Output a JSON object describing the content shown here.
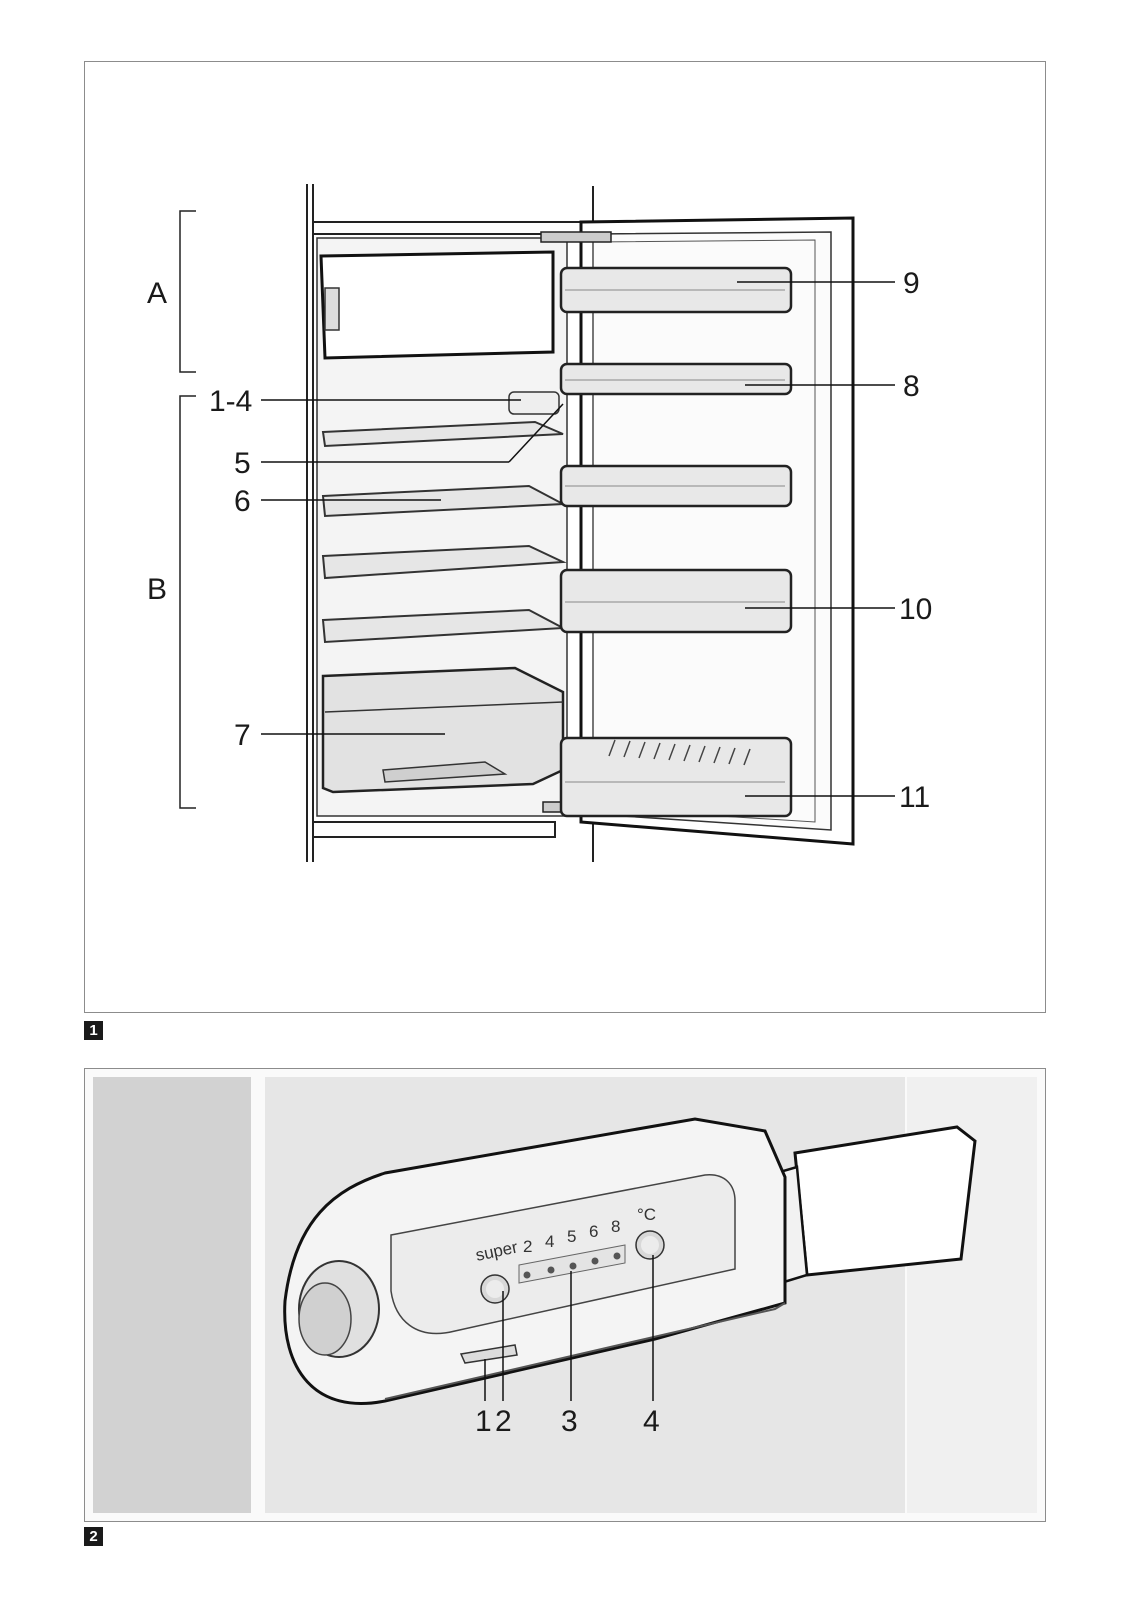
{
  "figure1": {
    "badge": "1",
    "sections": {
      "a": "A",
      "b": "B"
    },
    "callouts": {
      "c1_4": "1-4",
      "c5": "5",
      "c6": "6",
      "c7": "7",
      "c8": "8",
      "c9": "9",
      "c10": "10",
      "c11": "11"
    }
  },
  "figure2": {
    "badge": "2",
    "panel": {
      "super": "super",
      "scale": [
        "2",
        "4",
        "5",
        "6",
        "8"
      ],
      "unit": "°C"
    },
    "callouts": {
      "c1": "1",
      "c2": "2",
      "c3": "3",
      "c4": "4"
    }
  }
}
